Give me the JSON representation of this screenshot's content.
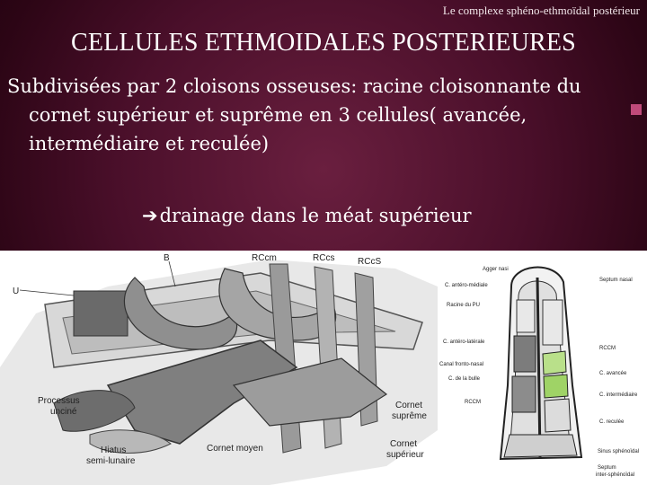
{
  "header": {
    "note": "Le complexe sphéno-ethmoïdal postérieur"
  },
  "title": "CELLULES ETHMOIDALES POSTERIEURES",
  "body": {
    "paragraph": "Subdivisées par 2 cloisons osseuses: racine cloisonnante du cornet supérieur et suprême en 3 cellules( avancée, intermédiaire et reculée)",
    "arrow_text": "drainage dans le méat supérieur"
  },
  "colors": {
    "background": "#4a0f2a",
    "accent_square": "#c04a7a"
  },
  "left_figure": {
    "labels": {
      "B": "B",
      "RCcm": "RCcm",
      "RCcs": "RCcs",
      "RCcS": "RCcS",
      "U": "U",
      "processus_1": "Processus",
      "processus_2": "unciné",
      "hiatus_1": "Hiatus",
      "hiatus_2": "semi-lunaire",
      "cornet_moyen": "Cornet moyen",
      "cornet_supreme_1": "Cornet",
      "cornet_supreme_2": "suprême",
      "cornet_superieur_1": "Cornet",
      "cornet_superieur_2": "supérieur"
    }
  },
  "right_figure": {
    "labels": {
      "agger": "Agger nasi",
      "c_antero_mediale": "C. antéro-médiale",
      "racine_pu": "Racine du PU",
      "c_antero_laterale": "C. antéro-latérale",
      "canal_fronto_nasal": "Canal fronto-nasal",
      "c_bulle": "C. de la bulle",
      "rccm": "RCCM",
      "rccm2": "RCCM",
      "septum_nasal": "Septum nasal",
      "c_avancee": "C. avancée",
      "c_intermediaire": "C. intermédiaire",
      "c_reculee": "C. reculée",
      "sinus_sphenoidal": "Sinus sphénoïdal",
      "septum_inter_1": "Septum",
      "septum_inter_2": "inter-sphénoïdal"
    }
  }
}
